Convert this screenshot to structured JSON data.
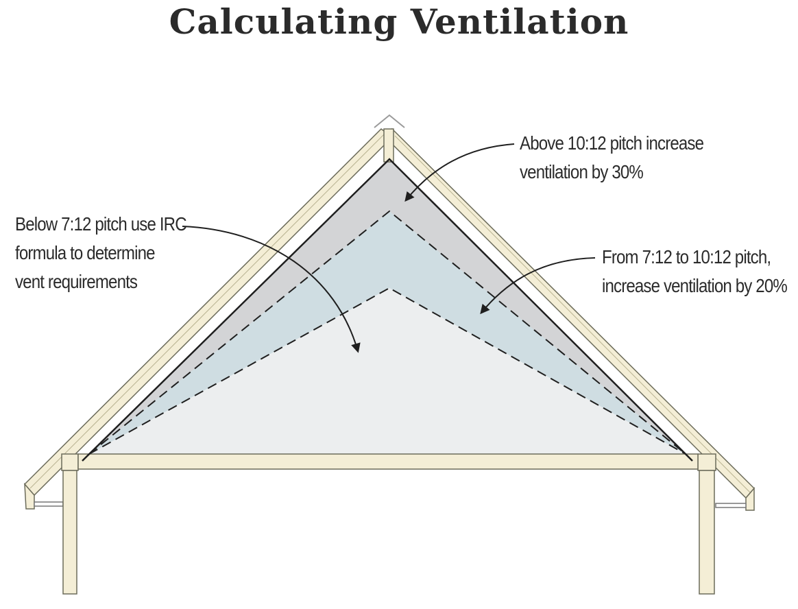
{
  "title": "Calculating Ventilation",
  "labels": {
    "above": {
      "line1": "Above 10:12 pitch increase",
      "line2": "ventilation by 30%"
    },
    "below": {
      "line1": "Below 7:12 pitch use IRC",
      "line2": "formula to determine",
      "line3": "vent requirements"
    },
    "from": {
      "line1": "From 7:12 to 10:12 pitch,",
      "line2": "increase ventilation by 20%"
    }
  },
  "colors": {
    "framing_fill": "#f4eed6",
    "framing_stroke": "#6b6b5a",
    "zone_above": "#d3d4d6",
    "zone_mid": "#cfdde2",
    "zone_below": "#eceeef",
    "ink": "#2b2b2b"
  }
}
